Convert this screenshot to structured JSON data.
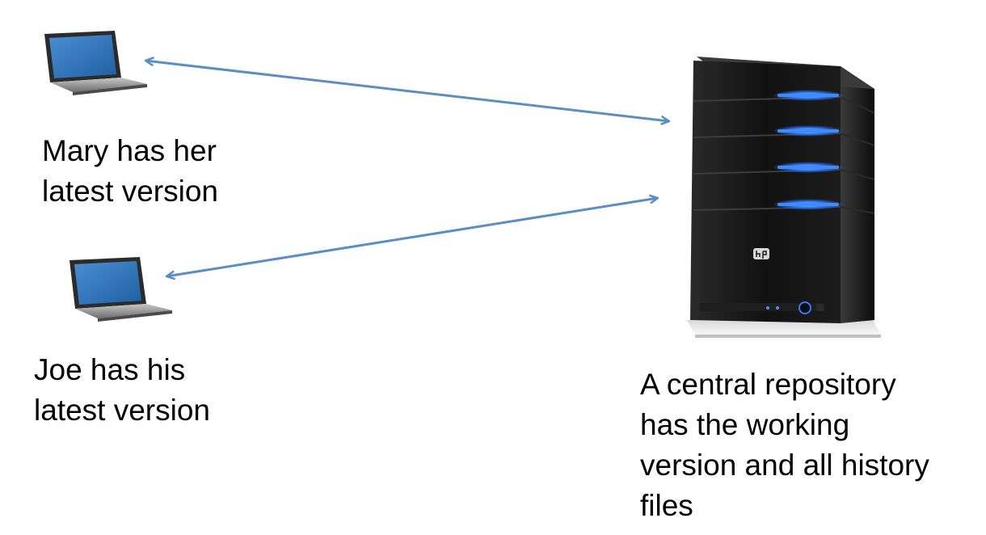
{
  "clients": [
    {
      "name": "mary",
      "icon": "laptop-icon",
      "label": "Mary has her\nlatest version"
    },
    {
      "name": "joe",
      "icon": "laptop-icon",
      "label": "Joe has his\nlatest version"
    }
  ],
  "server": {
    "icon": "server-tower-icon",
    "brand_mark": "hp",
    "label": "A central repository\nhas the working\nversion and all history\nfiles"
  },
  "connections": [
    {
      "from": "mary",
      "to": "server",
      "direction": "bidirectional"
    },
    {
      "from": "joe",
      "to": "server",
      "direction": "bidirectional"
    }
  ],
  "colors": {
    "arrow": "#5b8ec6",
    "laptop_screen": "#2f6fb0",
    "server_body": "#141414",
    "server_led": "#2f7cff"
  }
}
